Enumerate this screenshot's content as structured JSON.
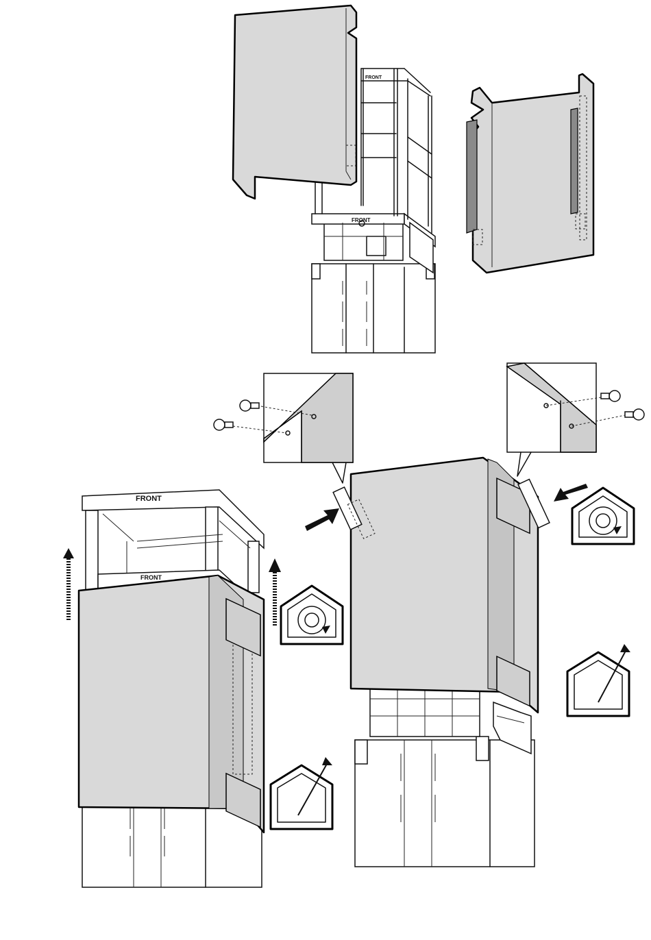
{
  "labels": {
    "front_top": "FRONT",
    "front_mid": "FRONT",
    "front_big_top": "FRONT",
    "front_big_mid": "FRONT"
  },
  "icons": [
    "house-recirculation-icon",
    "house-exhaust-icon",
    "screw-icon",
    "push-arrow-icon",
    "lift-arrow-icon"
  ]
}
